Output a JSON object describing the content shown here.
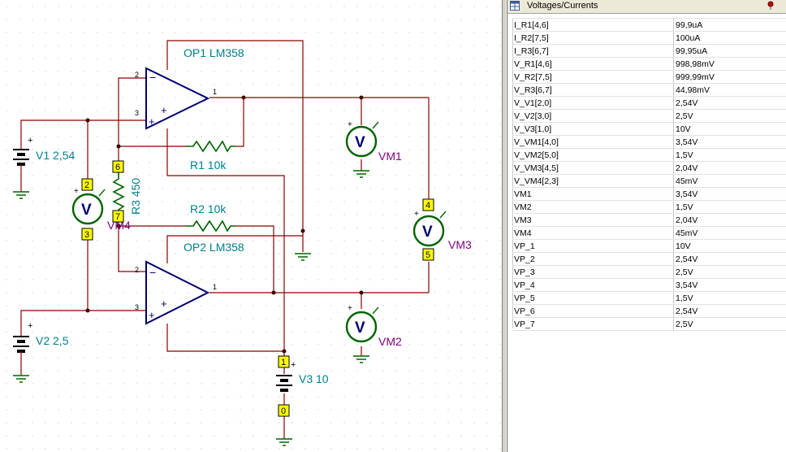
{
  "schematic": {
    "op1": "OP1 LM358",
    "op2": "OP2 LM358",
    "r1": "R1 10k",
    "r2": "R2 10k",
    "r3": "R3 450",
    "v1": "V1 2,54",
    "v2": "V2 2,5",
    "v3": "V3 10",
    "vm1": "VM1",
    "vm2": "VM2",
    "vm3": "VM3",
    "vm4": "VM4",
    "node_labels": [
      "2",
      "3",
      "4",
      "5",
      "6",
      "7",
      "1",
      "0"
    ],
    "pin_labels": [
      "2",
      "3",
      "1",
      "2",
      "3",
      "1"
    ],
    "meter_symbol": "V",
    "plus_sign": "+",
    "minus_sign": "−",
    "colors": {
      "wire": "#8b0000",
      "component": "#00006e",
      "meter": "#006400",
      "label_teal": "#00808c",
      "label_purple": "#800080",
      "node_box": "#ffff00"
    }
  },
  "panel": {
    "title": "Voltages/Currents",
    "rows": [
      {
        "name": "I_R1[4,6]",
        "value": "99,9uA"
      },
      {
        "name": "I_R2[7,5]",
        "value": "100uA"
      },
      {
        "name": "I_R3[6,7]",
        "value": "99,95uA"
      },
      {
        "name": "V_R1[4,6]",
        "value": "998,98mV"
      },
      {
        "name": "V_R2[7,5]",
        "value": "999,99mV"
      },
      {
        "name": "V_R3[6,7]",
        "value": "44,98mV"
      },
      {
        "name": "V_V1[2,0]",
        "value": "2,54V"
      },
      {
        "name": "V_V2[3,0]",
        "value": "2,5V"
      },
      {
        "name": "V_V3[1,0]",
        "value": "10V"
      },
      {
        "name": "V_VM1[4,0]",
        "value": "3,54V"
      },
      {
        "name": "V_VM2[5,0]",
        "value": "1,5V"
      },
      {
        "name": "V_VM3[4,5]",
        "value": "2,04V"
      },
      {
        "name": "V_VM4[2,3]",
        "value": "45mV"
      },
      {
        "name": "VM1",
        "value": "3,54V"
      },
      {
        "name": "VM2",
        "value": "1,5V"
      },
      {
        "name": "VM3",
        "value": "2,04V"
      },
      {
        "name": "VM4",
        "value": "45mV"
      },
      {
        "name": "VP_1",
        "value": "10V"
      },
      {
        "name": "VP_2",
        "value": "2,54V"
      },
      {
        "name": "VP_3",
        "value": "2,5V"
      },
      {
        "name": "VP_4",
        "value": "3,54V"
      },
      {
        "name": "VP_5",
        "value": "1,5V"
      },
      {
        "name": "VP_6",
        "value": "2,54V"
      },
      {
        "name": "VP_7",
        "value": "2,5V"
      }
    ]
  }
}
